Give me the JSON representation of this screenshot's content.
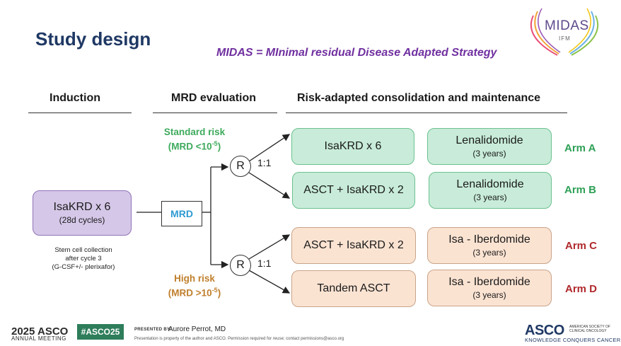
{
  "title": "Study design",
  "subtitle": "MIDAS = MInimal residual Disease Adapted Strategy",
  "columns": {
    "induction": "Induction",
    "mrd_eval": "MRD evaluation",
    "consolidation": "Risk-adapted consolidation and maintenance"
  },
  "induction_box": {
    "main": "IsaKRD x 6",
    "sub": "(28d cycles)"
  },
  "stem_cell_note": {
    "line1": "Stem cell collection",
    "line2": "after cycle 3",
    "line3": "(G-CSF+/- plerixafor)"
  },
  "mrd_label": "MRD",
  "standard_risk": {
    "line1": "Standard risk",
    "line2": "(MRD <10",
    "sup": "-5",
    "close": ")"
  },
  "high_risk": {
    "line1": "High risk",
    "line2": "(MRD >10",
    "sup": "-5",
    "close": ")"
  },
  "randomization": {
    "label": "R",
    "ratio": "1:1"
  },
  "arms": [
    {
      "consolidation": "IsaKRD x 6",
      "maintenance": "Lenalidomide",
      "duration": "(3 years)",
      "label": "Arm A"
    },
    {
      "consolidation": "ASCT + IsaKRD x 2",
      "maintenance": "Lenalidomide",
      "duration": "(3 years)",
      "label": "Arm B"
    },
    {
      "consolidation": "ASCT + IsaKRD x 2",
      "maintenance": "Isa - Iberdomide",
      "duration": "(3 years)",
      "label": "Arm C"
    },
    {
      "consolidation": "Tandem ASCT",
      "maintenance": "Isa - Iberdomide",
      "duration": "(3 years)",
      "label": "Arm D"
    }
  ],
  "logo": {
    "name": "MIDAS",
    "sub": "IFM"
  },
  "footer": {
    "meeting_year_brand": "2025 ASCO",
    "meeting_label": "ANNUAL MEETING",
    "hashtag": "#ASCO25",
    "presented_by": "PRESENTED BY:",
    "presenter": "Aurore Perrot, MD",
    "disclaimer": "Presentation is property of the author and ASCO. Permission required for reuse; contact permissions@asco.org",
    "asco": "ASCO",
    "society": "AMERICAN SOCIETY OF CLINICAL ONCOLOGY",
    "tagline": "KNOWLEDGE CONQUERS CANCER"
  },
  "colors": {
    "title": "#1f3864",
    "subtitle": "#7030a0",
    "standard": "#3eaa5c",
    "high": "#c07f2c",
    "arm_green": "#2ea056",
    "arm_red": "#b0292d",
    "mrd": "#2f9bd3"
  }
}
